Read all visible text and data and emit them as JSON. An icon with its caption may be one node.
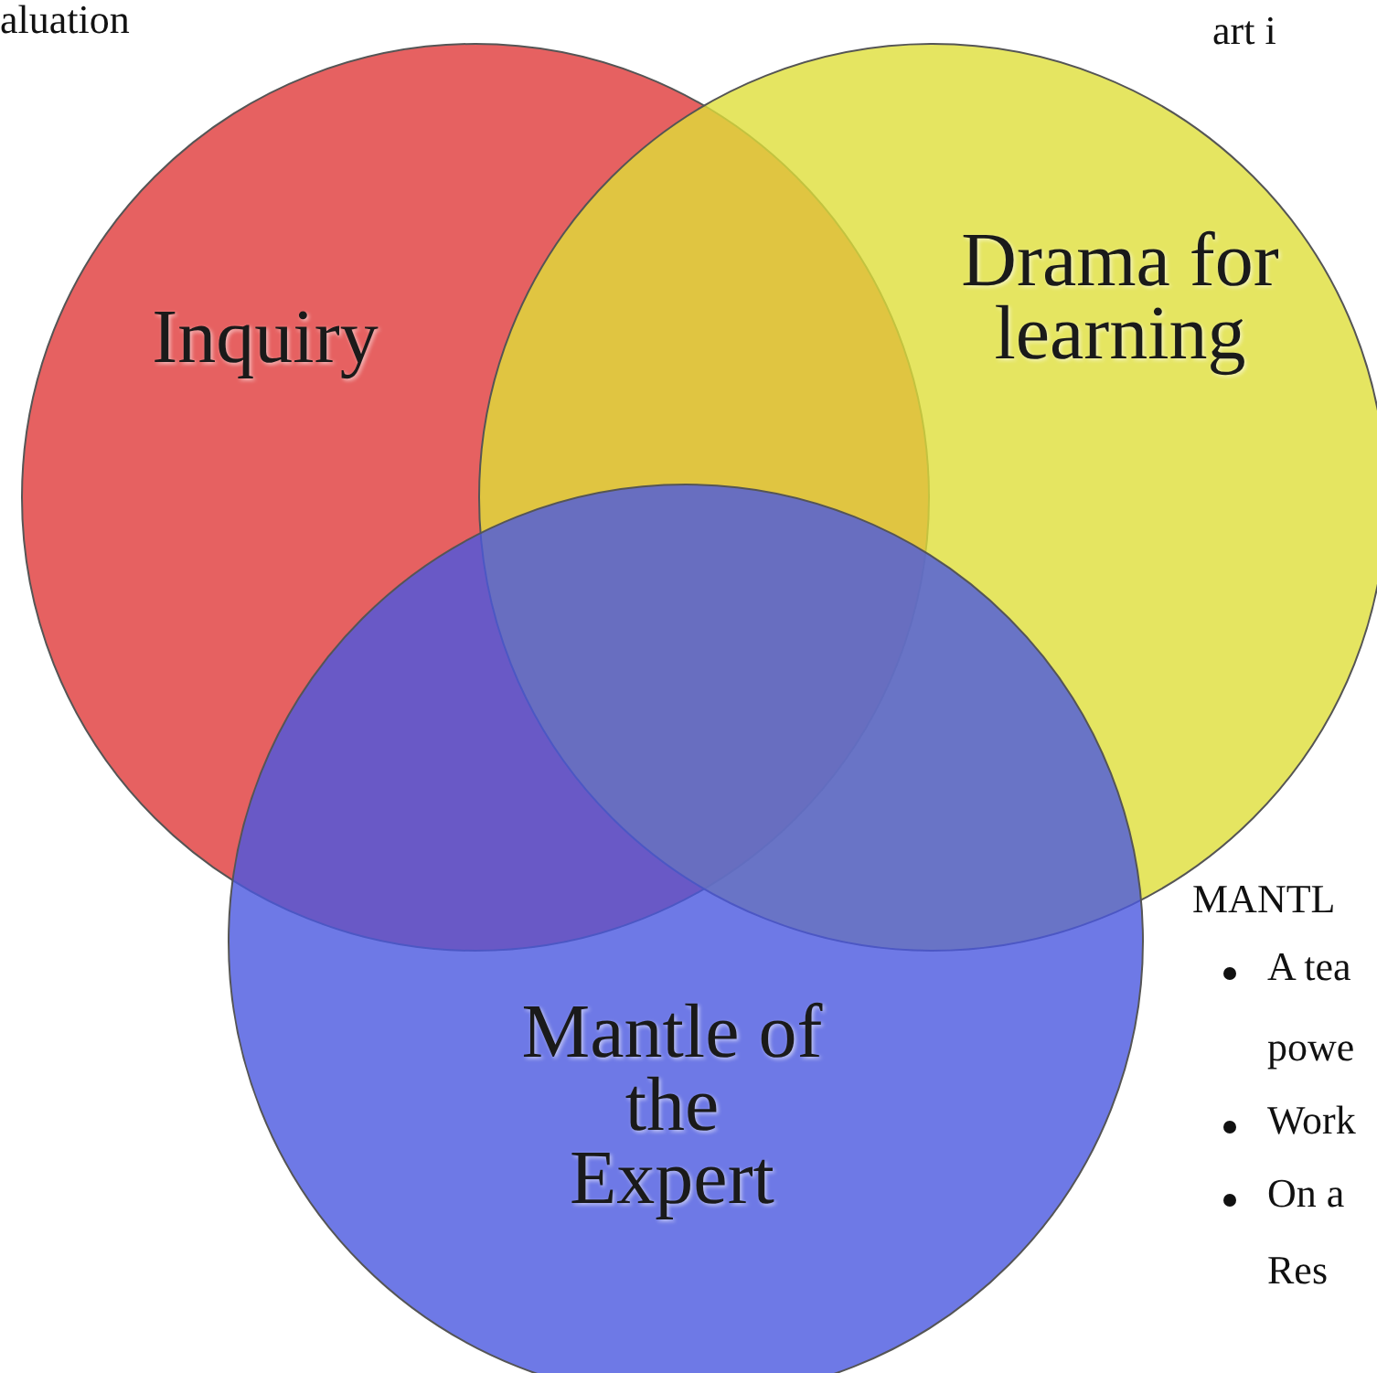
{
  "diagram": {
    "nodes": [
      {
        "text": [
          "Inquiry"
        ]
      },
      {
        "text": [
          "Drama for learning"
        ]
      },
      {
        "text": [
          "Mantle of the Expert"
        ]
      }
    ],
    "labels": [
      "aluation",
      "art i",
      "MANTL",
      "A tea",
      "powe",
      "Work",
      "On a",
      "Res"
    ]
  }
}
